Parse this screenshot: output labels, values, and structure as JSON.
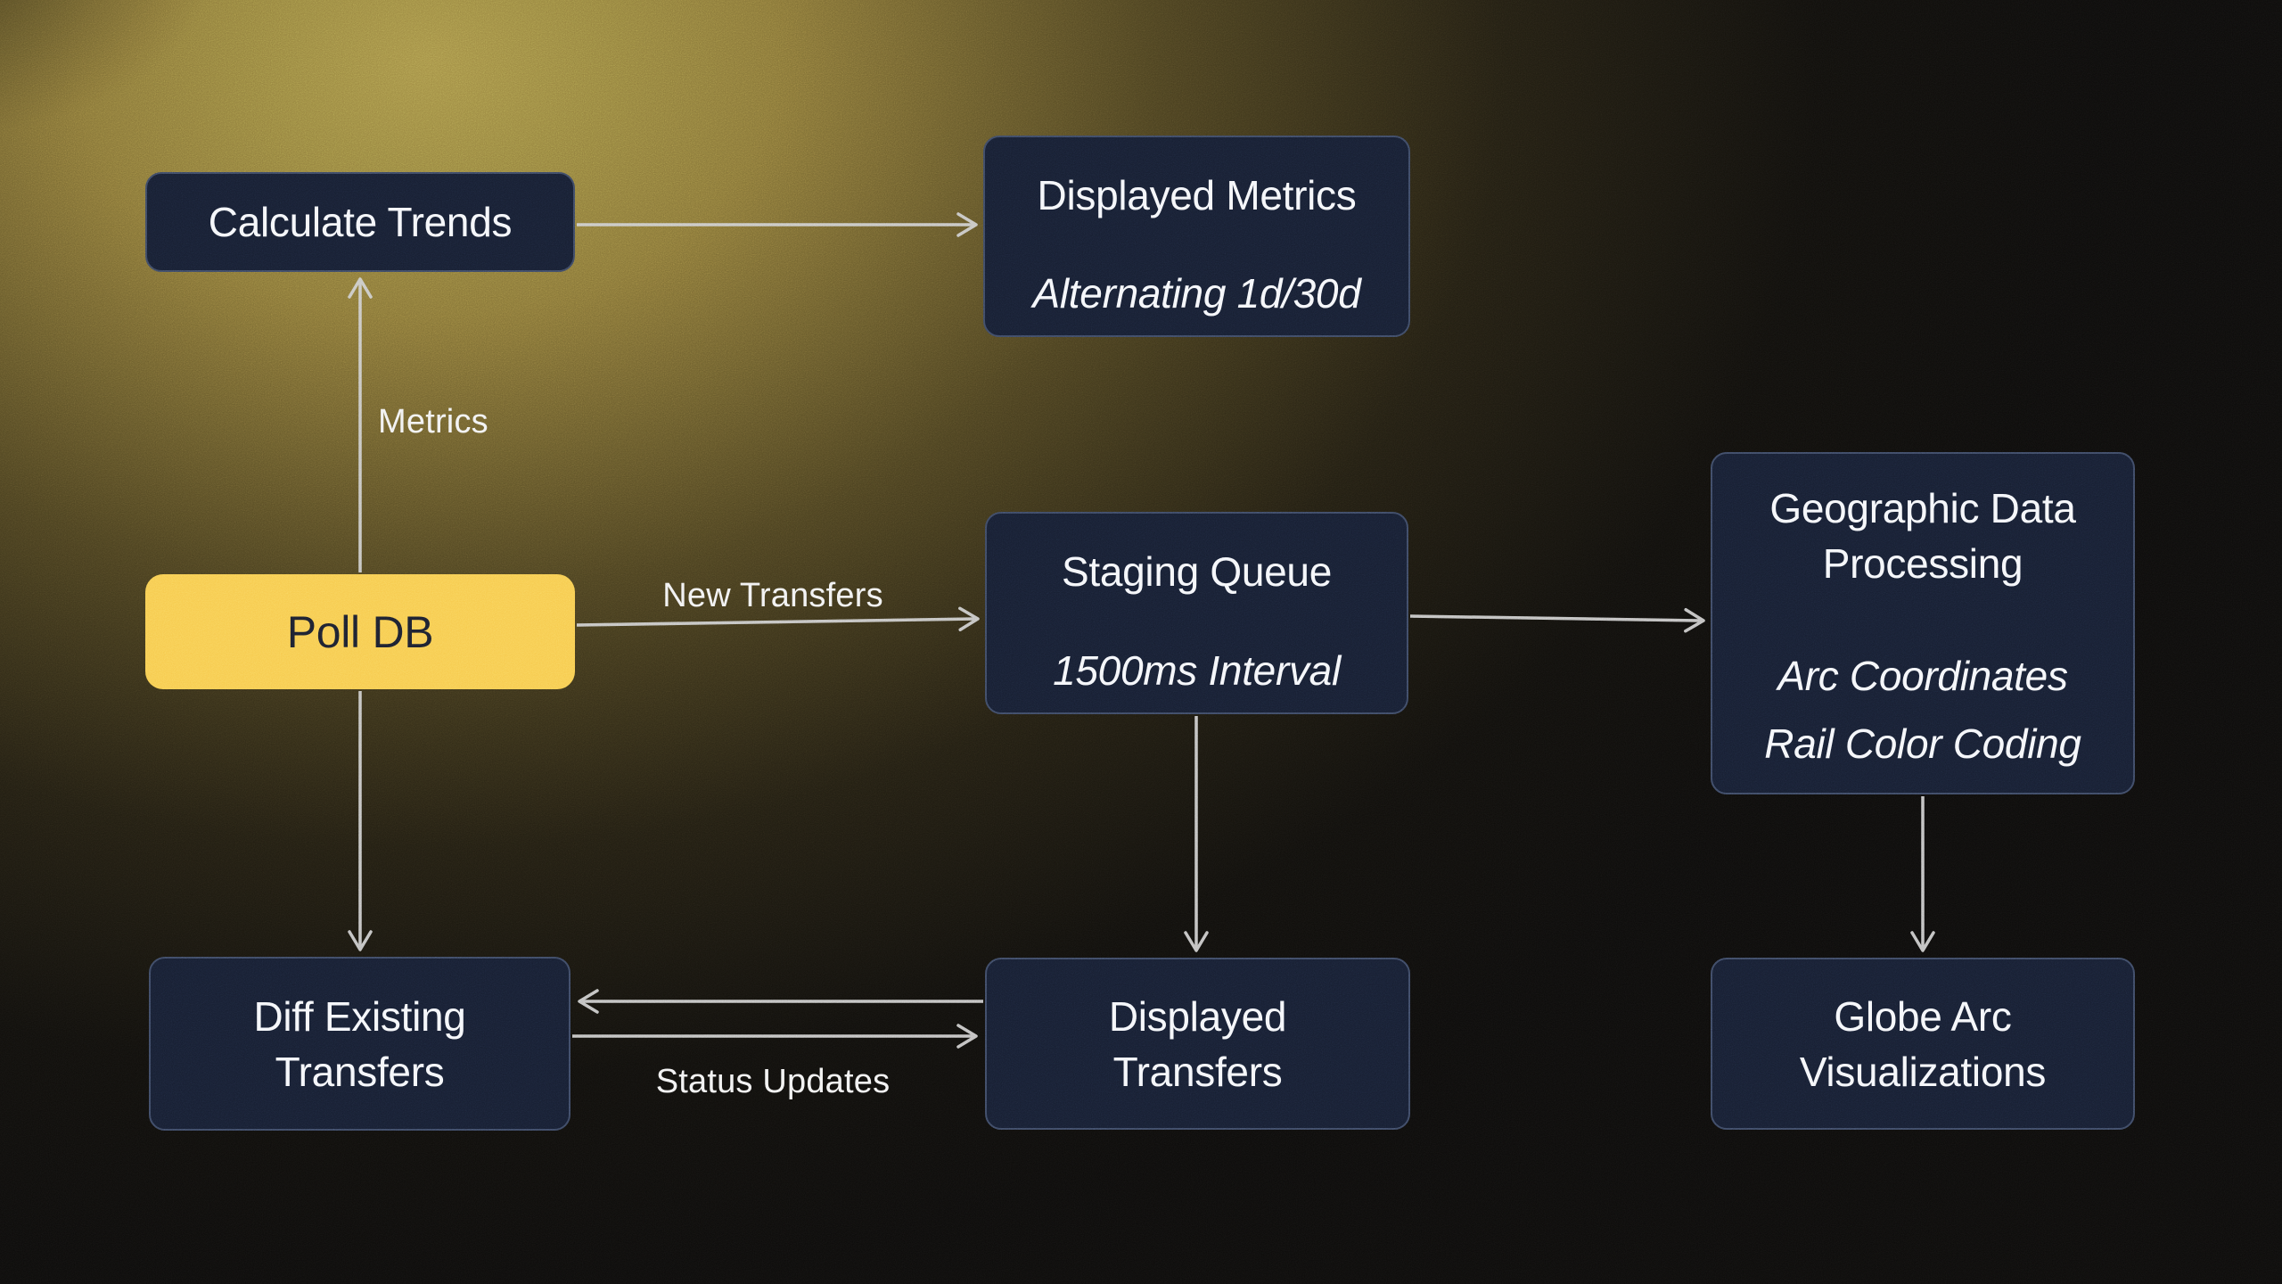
{
  "diagram": {
    "nodes": {
      "calculate_trends": {
        "title": "Calculate Trends"
      },
      "displayed_metrics": {
        "title": "Displayed Metrics",
        "subtitle": "Alternating 1d/30d"
      },
      "poll_db": {
        "title": "Poll DB"
      },
      "staging_queue": {
        "title": "Staging Queue",
        "subtitle": "1500ms Interval"
      },
      "geographic_data_processing": {
        "title": "Geographic Data Processing",
        "subtitles": [
          "Arc Coordinates",
          "Rail Color Coding"
        ]
      },
      "diff_existing_transfers": {
        "title": "Diff Existing Transfers"
      },
      "displayed_transfers": {
        "title": "Displayed Transfers"
      },
      "globe_arc_visualizations": {
        "title": "Globe Arc Visualizations"
      }
    },
    "edge_labels": {
      "metrics": "Metrics",
      "new_transfers": "New Transfers",
      "status_updates": "Status Updates"
    },
    "colors": {
      "background": "#0a0908",
      "glow_gold": "#a79245",
      "node_fill": "#131b2e",
      "node_border": "#38445e",
      "node_text": "#f4f6fa",
      "accent_yellow": "#f7c94b",
      "accent_yellow_text": "#181c2a",
      "arrow": "#cccccc"
    }
  }
}
